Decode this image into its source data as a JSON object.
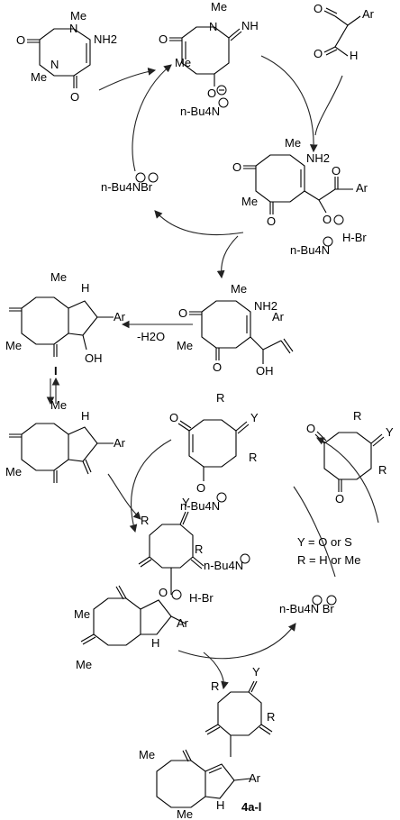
{
  "reagent_uracil": {
    "me": "Me",
    "nh2": "NH2",
    "o": "O",
    "n": "N"
  },
  "intermediate_anion": {
    "nh": "NH",
    "counter": "n-Bu4N",
    "o": "O",
    "n": "N",
    "me": "Me"
  },
  "reagent_glyoxal": {
    "ar": "Ar",
    "h": "H",
    "o": "O"
  },
  "adduct": {
    "me": "Me",
    "nh2": "NH2",
    "ar": "Ar",
    "counter": "n-Bu4N",
    "hbr": "H-Br"
  },
  "catalyst_left": {
    "label": "n-Bu4NBr"
  },
  "alcohol": {
    "nh2": "NH2",
    "ar": "Ar",
    "oh": "OH",
    "me": "Me"
  },
  "dehydration": {
    "label": "-H2O"
  },
  "pyrrole_I": {
    "h": "H",
    "ar": "Ar",
    "oh": "OH",
    "me": "Me",
    "tag": "I"
  },
  "pyrrolone": {
    "h": "H",
    "ar": "Ar",
    "me": "Me"
  },
  "barbiturate_anion": {
    "r": "R",
    "y": "Y",
    "counter": "n-Bu4N"
  },
  "barbituric_acid": {
    "r": "R",
    "y": "Y"
  },
  "conditions": {
    "y_def": "Y = O or S",
    "r_def": "R = H or Me"
  },
  "spiro_adduct": {
    "r": "R",
    "y": "Y",
    "counter": "n-Bu4N",
    "hbr": "H-Br",
    "me": "Me",
    "ar": "Ar",
    "h": "H"
  },
  "catalyst_right": {
    "label": "n-Bu4N Br"
  },
  "product": {
    "r": "R",
    "y": "Y",
    "me": "Me",
    "ar": "Ar",
    "h": "H",
    "tag": "4a-l"
  }
}
